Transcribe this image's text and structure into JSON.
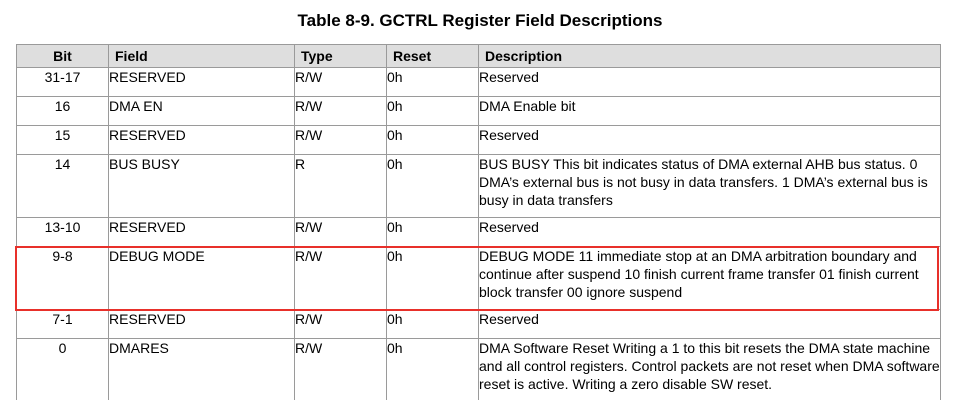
{
  "title": "Table 8-9. GCTRL Register Field Descriptions",
  "columns": {
    "bit": "Bit",
    "field": "Field",
    "type": "Type",
    "reset": "Reset",
    "description": "Description"
  },
  "rows": [
    {
      "bit": "31-17",
      "field": "RESERVED",
      "type": "R/W",
      "reset": "0h",
      "description": "Reserved"
    },
    {
      "bit": "16",
      "field": "DMA EN",
      "type": "R/W",
      "reset": "0h",
      "description": "DMA Enable bit"
    },
    {
      "bit": "15",
      "field": "RESERVED",
      "type": "R/W",
      "reset": "0h",
      "description": "Reserved"
    },
    {
      "bit": "14",
      "field": "BUS BUSY",
      "type": "R",
      "reset": "0h",
      "description": "BUS BUSY This bit indicates status of DMA external AHB bus status. 0 DMA’s external bus is not busy in data transfers. 1 DMA’s external bus is busy in data transfers"
    },
    {
      "bit": "13-10",
      "field": "RESERVED",
      "type": "R/W",
      "reset": "0h",
      "description": "Reserved"
    },
    {
      "bit": "9-8",
      "field": "DEBUG MODE",
      "type": "R/W",
      "reset": "0h",
      "description": "DEBUG MODE 11 immediate stop at an DMA arbitration boundary and continue after suspend 10 finish current frame transfer 01 finish current block transfer 00 ignore suspend"
    },
    {
      "bit": "7-1",
      "field": "RESERVED",
      "type": "R/W",
      "reset": "0h",
      "description": "Reserved"
    },
    {
      "bit": "0",
      "field": "DMARES",
      "type": "R/W",
      "reset": "0h",
      "description": "DMA Software Reset Writing a 1 to this bit resets the DMA state machine and all control registers. Control packets are not reset when DMA software reset is active. Writing a zero disable SW reset."
    }
  ],
  "highlight_color": "#e8302a"
}
